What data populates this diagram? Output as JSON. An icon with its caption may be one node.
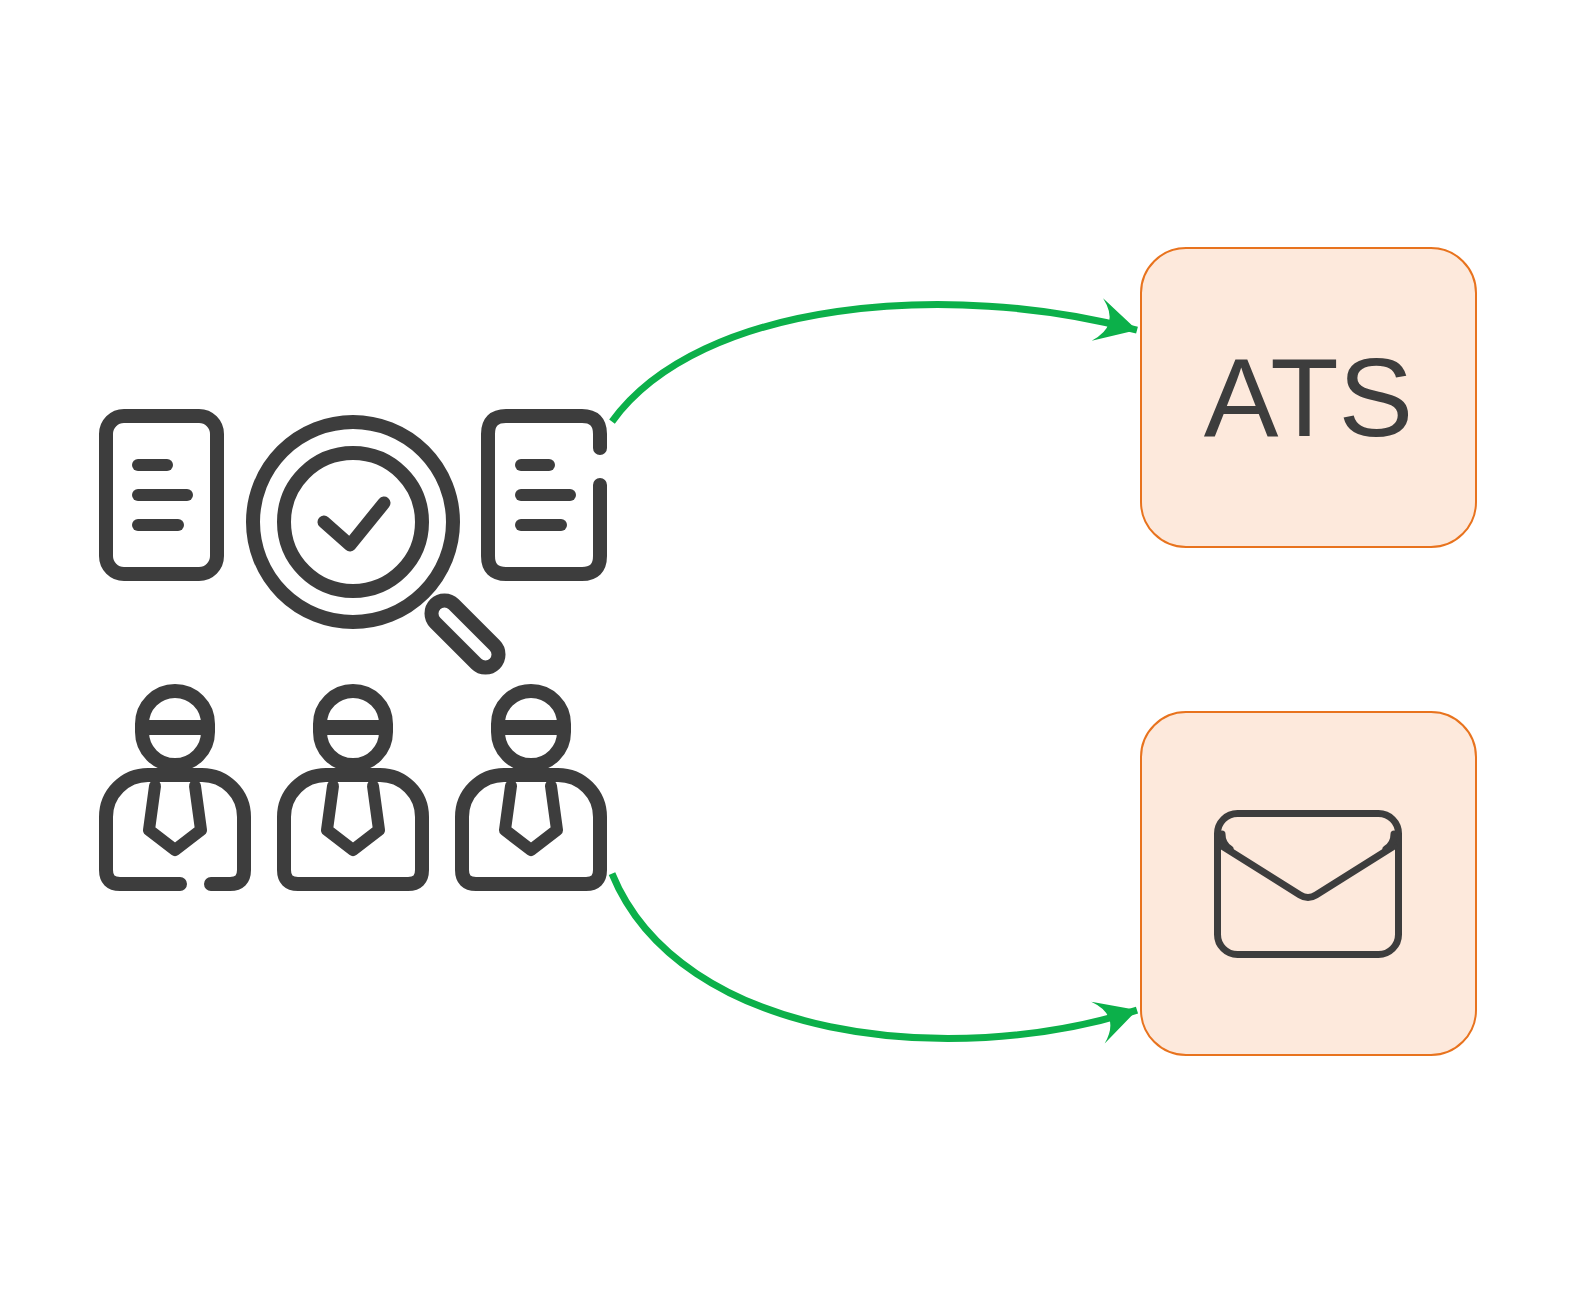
{
  "diagram": {
    "nodes": [
      {
        "text": [],
        "shape": "picture"
      },
      {
        "text": [
          "ATS"
        ]
      },
      {
        "text": [],
        "shape": "box"
      }
    ],
    "edges": [
      {
        "from": 0,
        "to": 1,
        "arrow": "to"
      },
      {
        "from": 0,
        "to": 2,
        "arrow": "to"
      }
    ]
  }
}
